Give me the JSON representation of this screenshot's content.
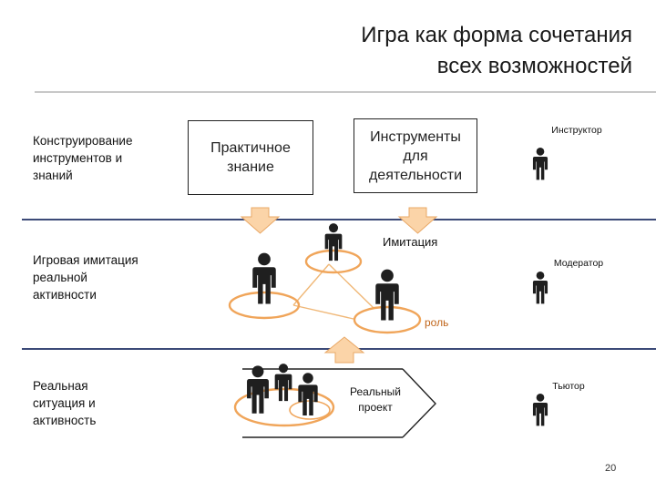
{
  "title": "Игра как форма сочетания\nвсех возможностей",
  "rows": [
    {
      "label": "Конструирование\nинструментов и\nзнаний"
    },
    {
      "label": "Игровая имитация\nреальной\nактивности"
    },
    {
      "label": "Реальная\nситуация и\nактивность"
    }
  ],
  "boxes": {
    "practical": "Практичное\nзнание",
    "tools": "Инструменты\nдля\nдеятельности"
  },
  "labels": {
    "imitation": "Имитация",
    "role": "роль",
    "project": "Реальный\nпроект"
  },
  "side_roles": {
    "instructor": "Инструктор",
    "moderator": "Модератор",
    "tutor": "Тьютор"
  },
  "page_number": "20",
  "colors": {
    "accent_orange": "#f0a55a",
    "arrow_fill": "#fbd4a8",
    "divider_blue": "#3c4a78",
    "figure": "#1f1f1f"
  }
}
